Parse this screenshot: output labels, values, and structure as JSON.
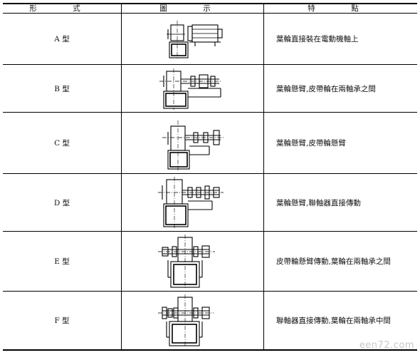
{
  "headers": {
    "form": "形　式",
    "diagram": "圖　示",
    "feature": "特　點"
  },
  "rows": [
    {
      "type": "A 型",
      "feature": "葉輪直接裝在電動機軸上"
    },
    {
      "type": "B 型",
      "feature": "葉輪懸臂,皮帶輪在兩軸承之間"
    },
    {
      "type": "C 型",
      "feature": "葉輪懸臂,皮帶輪懸臂"
    },
    {
      "type": "D 型",
      "feature": "葉輪懸臂,聯軸器直接傳動"
    },
    {
      "type": "E 型",
      "feature": "皮帶輪懸臂傳動,葉輪在兩軸承之間"
    },
    {
      "type": "F 型",
      "feature": "聯軸器直接傳動,葉輪在兩軸承中間"
    }
  ],
  "watermark": "een72.com"
}
